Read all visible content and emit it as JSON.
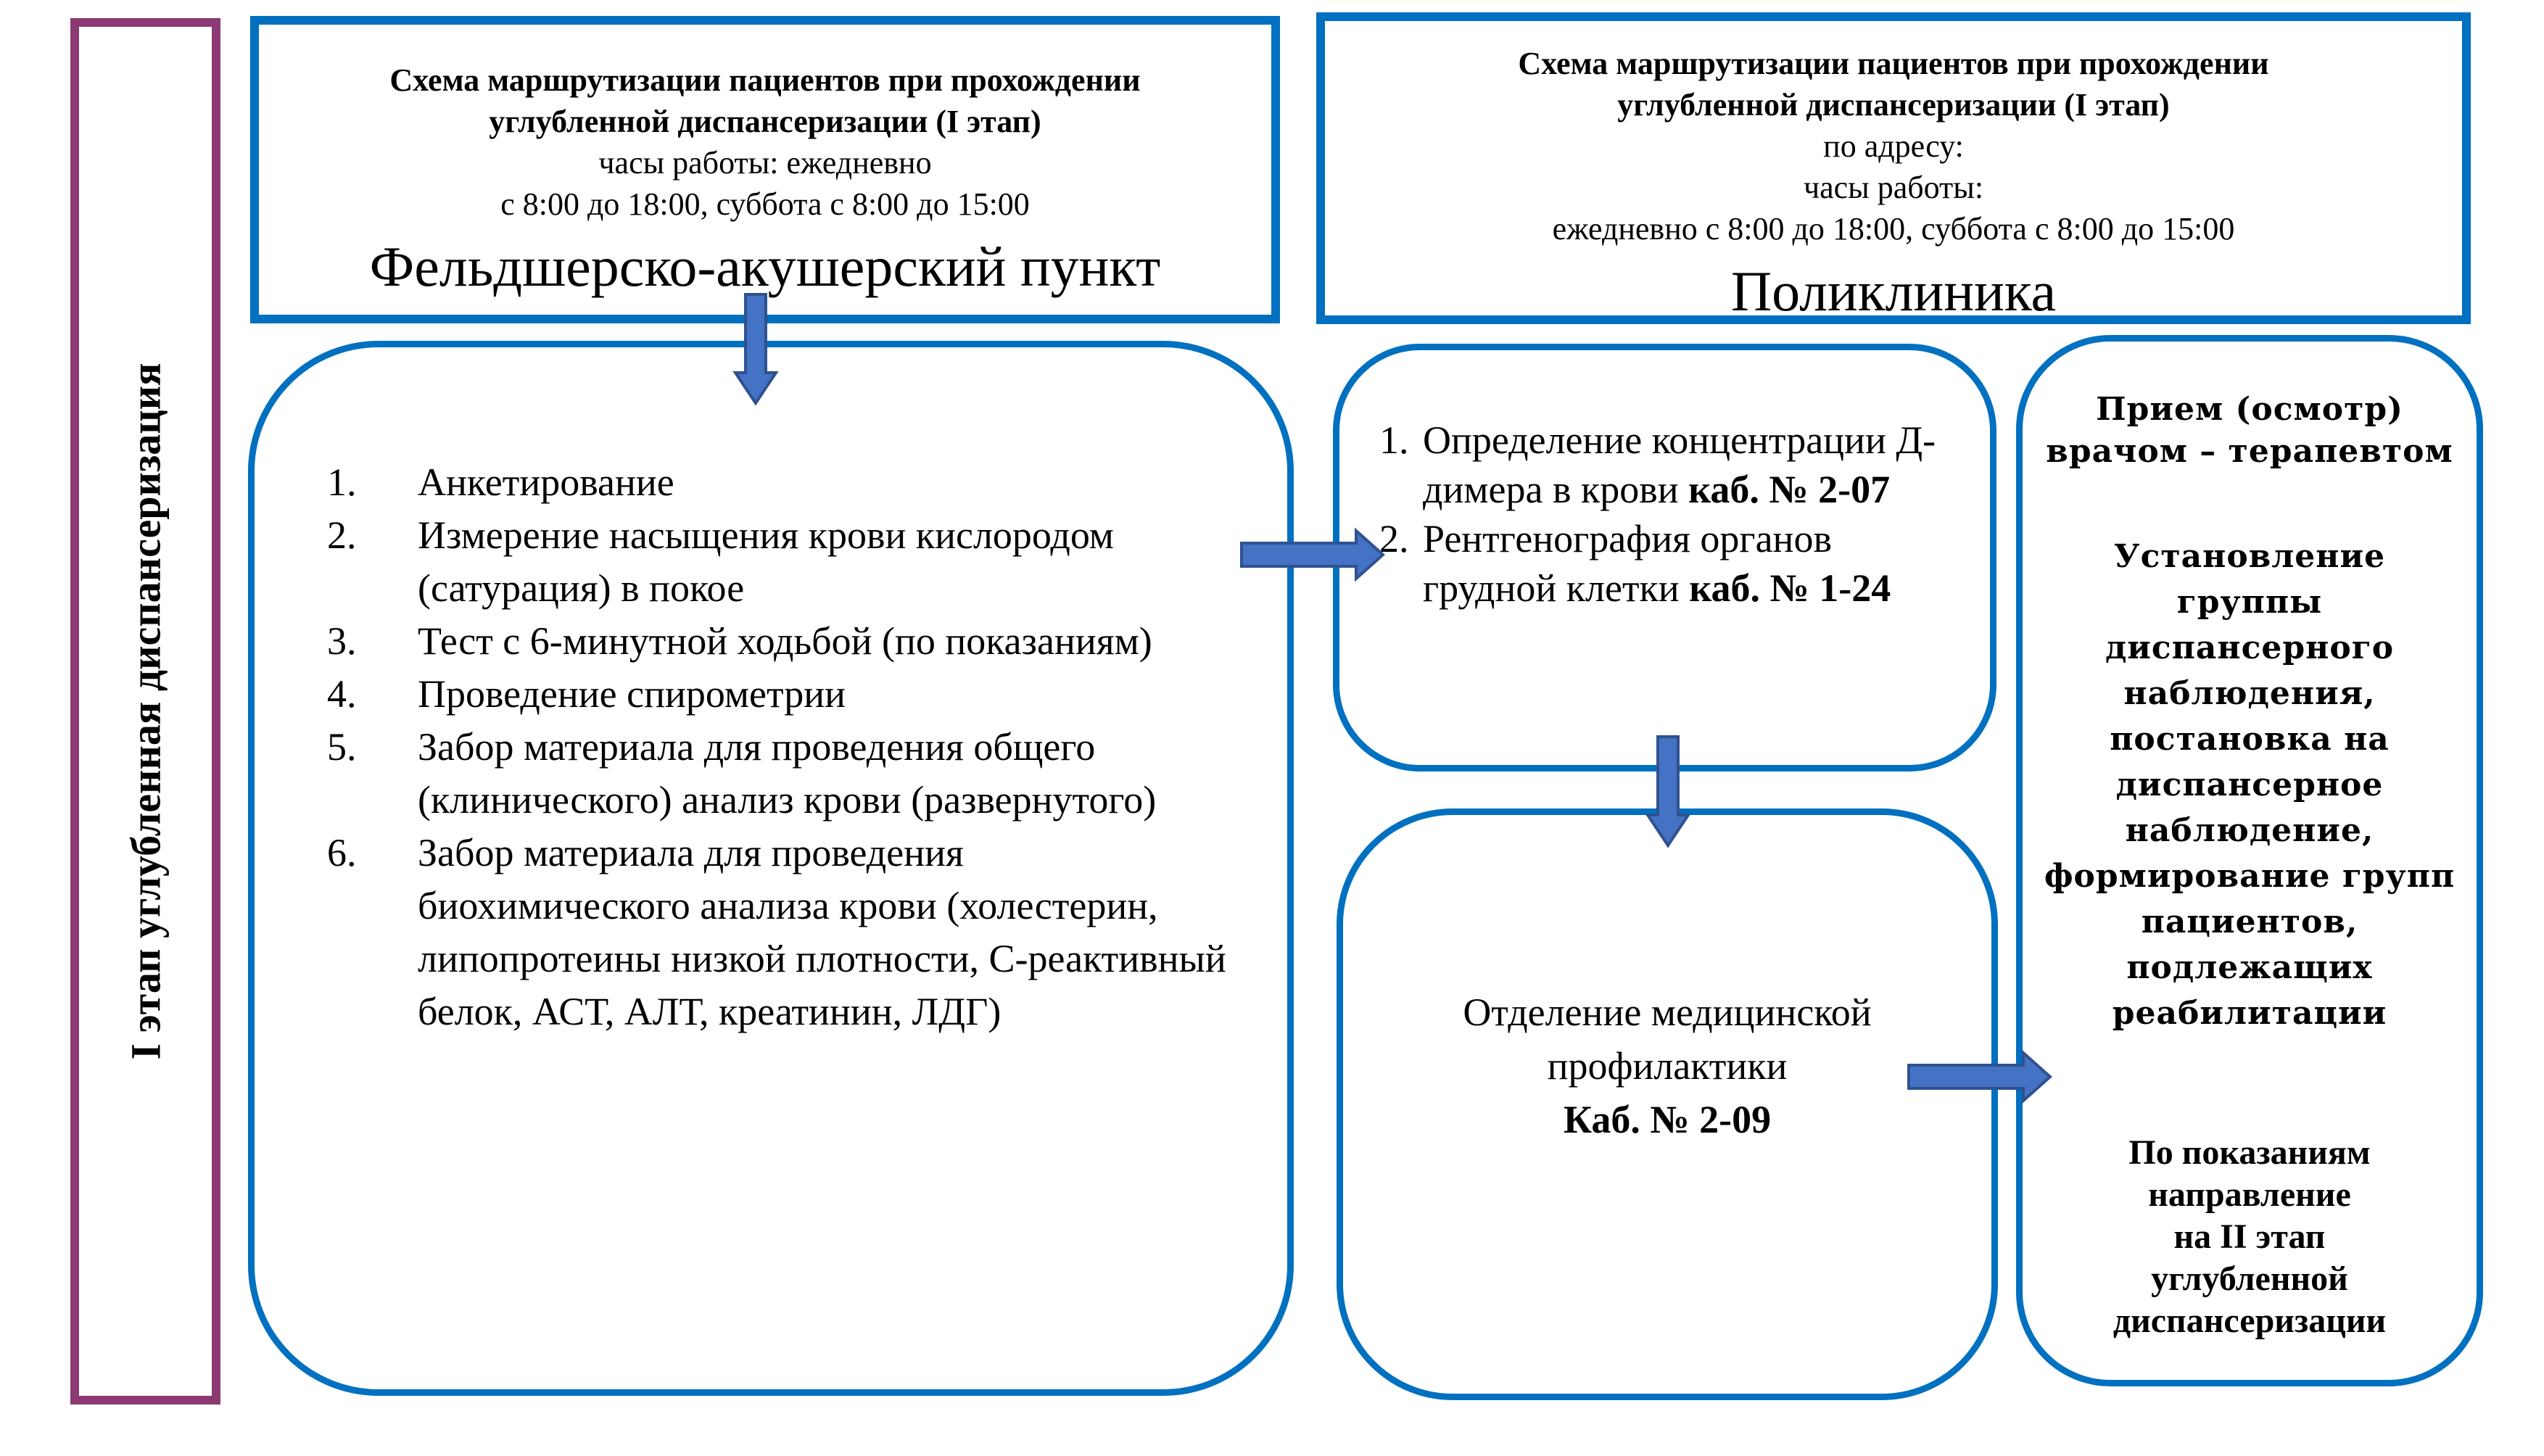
{
  "sidebar": {
    "title": "I этап углубленная диспансеризация"
  },
  "header_left": {
    "line1": "Схема маршрутизации пациентов при прохождении",
    "line2": "углубленной диспансеризации (I этап)",
    "line3": "часы работы: ежедневно",
    "line4": "с 8:00 до 18:00, суббота с 8:00 до 15:00",
    "title": "Фельдшерско-акушерский пункт"
  },
  "header_right": {
    "line1": "Схема маршрутизации пациентов при прохождении",
    "line2": "углубленной диспансеризации (I этап)",
    "line3": "по адресу:",
    "line4": "часы работы:",
    "line5": "ежедневно с 8:00 до 18:00, суббота с 8:00 до 15:00",
    "title": "Поликлиника"
  },
  "fap_box": {
    "items": [
      {
        "num": "1.",
        "text": "Анкетирование"
      },
      {
        "num": "2.",
        "text": "Измерение насыщения крови кислородом (сатурация) в покое"
      },
      {
        "num": "3.",
        "text": "Тест с 6-минутной ходьбой (по показаниям)"
      },
      {
        "num": "4.",
        "text": "Проведение спирометрии"
      },
      {
        "num": "5.",
        "text": "Забор материала для проведения общего (клинического) анализ крови (развернутого)"
      },
      {
        "num": "6.",
        "text": "Забор материала для проведения биохимического анализа крови (холестерин, липопротеины низкой плотности, С-реактивный белок, АСТ, АЛТ, креатинин, ЛДГ)"
      }
    ]
  },
  "tests_box": {
    "items": [
      {
        "num": "1.",
        "text": "Определение концентрации Д-димера в крови ",
        "room": "каб. № 2-07"
      },
      {
        "num": "2.",
        "text": "Рентгенография органов грудной клетки ",
        "room": "каб. № 1-24"
      }
    ]
  },
  "prof_box": {
    "line1": "Отделение медицинской",
    "line2": "профилактики",
    "room": "Каб. № 2-09"
  },
  "therapist_box": {
    "title_line1": "Прием (осмотр)",
    "title_line2": "врачом – терапевтом",
    "middle": [
      "Установление",
      "группы",
      "диспансерного",
      "наблюдения,",
      "постановка на",
      "диспансерное",
      "наблюдение,",
      "формирование групп",
      "пациентов,",
      "подлежащих",
      "реабилитации"
    ],
    "bottom": [
      "По показаниям",
      "направление",
      "на II этап",
      "углубленной",
      "диспансеризации"
    ]
  },
  "colors": {
    "box_border": "#0070c0",
    "sidebar_border": "#8b3a72",
    "arrow_fill": "#4472c4",
    "arrow_stroke": "#2f528f"
  }
}
